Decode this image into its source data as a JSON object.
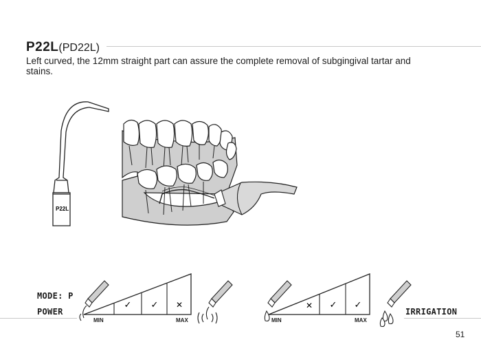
{
  "header": {
    "code": "P22L",
    "alt_code": "(PD22L)",
    "description": "Left curved, the 12mm straight part can assure the complete removal of subgingival tartar and stains."
  },
  "illustration": {
    "tip_label": "P22L"
  },
  "settings": {
    "mode_label": "MODE: P",
    "power_label": "POWER",
    "irrigation_label": "IRRIGATION",
    "power_scale": {
      "min_label": "MIN",
      "max_label": "MAX",
      "marks": [
        "✓",
        "✓",
        "✕"
      ]
    },
    "irrigation_scale": {
      "min_label": "MIN",
      "max_label": "MAX",
      "marks": [
        "✕",
        "✓",
        "✓"
      ]
    }
  },
  "footer": {
    "page_number": "51"
  }
}
